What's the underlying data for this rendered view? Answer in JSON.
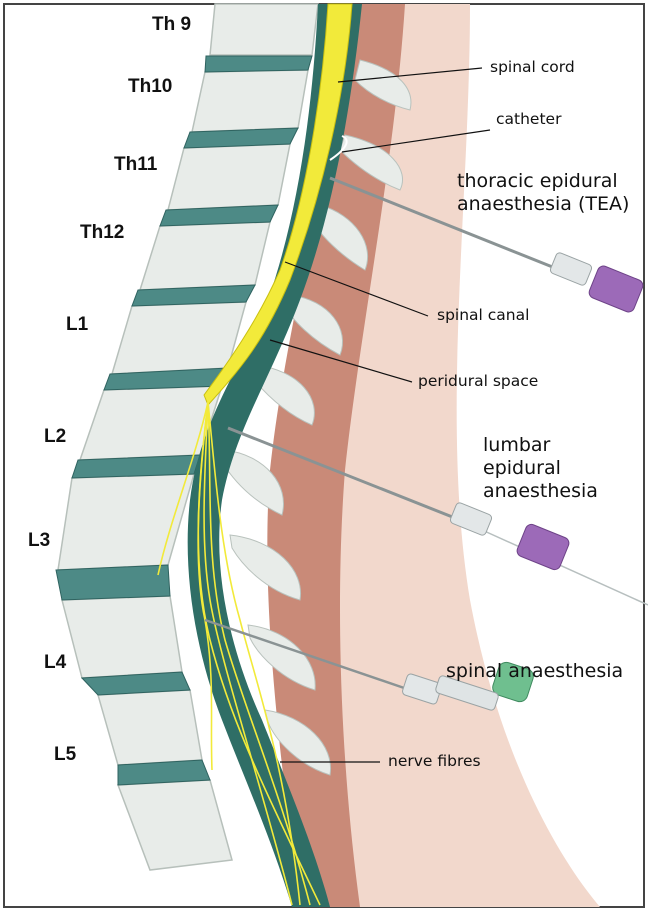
{
  "vertebrae": {
    "th9": "Th 9",
    "th10": "Th10",
    "th11": "Th11",
    "th12": "Th12",
    "l1": "L1",
    "l2": "L2",
    "l3": "L3",
    "l4": "L4",
    "l5": "L5"
  },
  "labels": {
    "spinal_cord": "spinal cord",
    "catheter": "catheter",
    "tea_line1": "thoracic epidural",
    "tea_line2": "anaesthesia (TEA)",
    "spinal_canal": "spinal canal",
    "peridural_space": "peridural space",
    "lumbar_line1": "lumbar",
    "lumbar_line2": "epidural",
    "lumbar_line3": "anaesthesia",
    "spinal_anaesthesia": "spinal anaesthesia",
    "nerve_fibres": "nerve fibres"
  },
  "colors": {
    "bone": "#e8ece9",
    "disc": "#4d8a86",
    "canal": "#2f6e66",
    "cord": "#f2ea3a",
    "muscle": "#c98a78",
    "skin": "#f2d8cc",
    "hub_purple": "#9c6ab8",
    "hub_green": "#6fbf8f"
  }
}
